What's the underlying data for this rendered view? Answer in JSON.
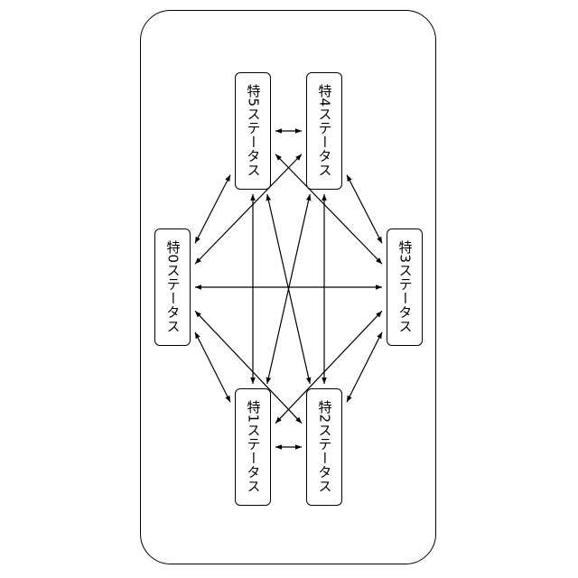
{
  "diagram": {
    "nodes": [
      {
        "id": "s0",
        "label": "特0ステータス"
      },
      {
        "id": "s1",
        "label": "特1ステータス"
      },
      {
        "id": "s2",
        "label": "特2ステータス"
      },
      {
        "id": "s3",
        "label": "特3ステータス"
      },
      {
        "id": "s4",
        "label": "特4ステータス"
      },
      {
        "id": "s5",
        "label": "特5ステータス"
      }
    ],
    "edges": [
      [
        "s5",
        "s4"
      ],
      [
        "s5",
        "s0"
      ],
      [
        "s5",
        "s3"
      ],
      [
        "s5",
        "s1"
      ],
      [
        "s5",
        "s2"
      ],
      [
        "s4",
        "s0"
      ],
      [
        "s4",
        "s3"
      ],
      [
        "s4",
        "s1"
      ],
      [
        "s4",
        "s2"
      ],
      [
        "s0",
        "s3"
      ],
      [
        "s0",
        "s1"
      ],
      [
        "s0",
        "s2"
      ],
      [
        "s3",
        "s1"
      ],
      [
        "s3",
        "s2"
      ],
      [
        "s1",
        "s2"
      ]
    ],
    "arrowheads": "both",
    "line_color": "#000000"
  }
}
